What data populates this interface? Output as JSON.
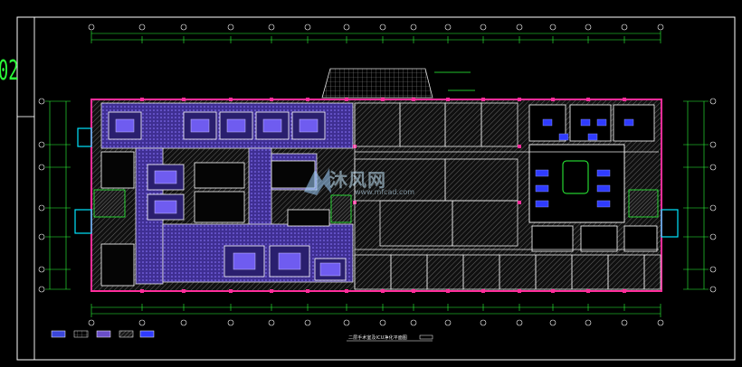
{
  "drawing": {
    "sheet_number": "02",
    "title": "二层手术室及ICU净化平面图",
    "watermark_text": "沐风网",
    "watermark_url": "www.mfcad.com"
  },
  "colors": {
    "background": "#000000",
    "frame": "#ffffff",
    "dimension": "#2cff3a",
    "exterior_wall": "#ff2d9b",
    "interior_wall": "#e8e8e8",
    "clean_zone": "#6a4fc8",
    "equipment": "#2f3bff",
    "accent": "#00e5ff",
    "hatch": "#8a8a8a"
  },
  "icons": [
    "watermark-logo-icon",
    "north-arrow-icon",
    "legend-swatch-icon"
  ]
}
